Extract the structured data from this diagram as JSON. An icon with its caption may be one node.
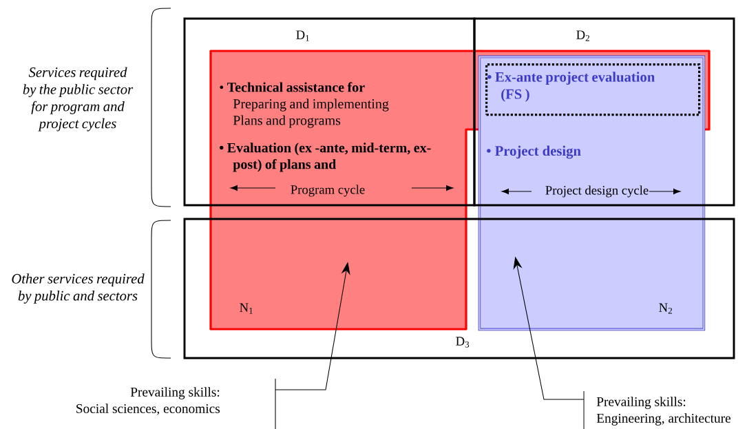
{
  "diagram": {
    "nodes": [
      {
        "text": [
          "• **Technical assistance for** Preparing and implementing Plans and programs",
          "• Evaluation (ex -ante, mid-term, ex-post) of plans and",
          "Program cycle",
          "N$_{1}$"
        ]
      },
      {
        "text": [
          "• Project design",
          "Project design cycle",
          "N$_{2}$"
        ]
      },
      {
        "text": [
          "• Ex-ante project evaluation (FS )"
        ],
        "in": 1
      },
      {
        "text": [
          "Prevailing skills:",
          "Social sciences, economics"
        ]
      },
      {
        "text": [
          "Prevailing skills:",
          "Engineering, architecture"
        ]
      }
    ],
    "edges": [
      {
        "from": 3,
        "to": 0,
        "arrow": "to"
      },
      {
        "from": 4,
        "to": 1,
        "arrow": "to"
      }
    ],
    "labels": [
      "D$_{1}$",
      "D$_{2}$",
      "Services required by the public sector for program and project cycles",
      "Other services required by public and sectors",
      "D$_{3}$"
    ]
  }
}
